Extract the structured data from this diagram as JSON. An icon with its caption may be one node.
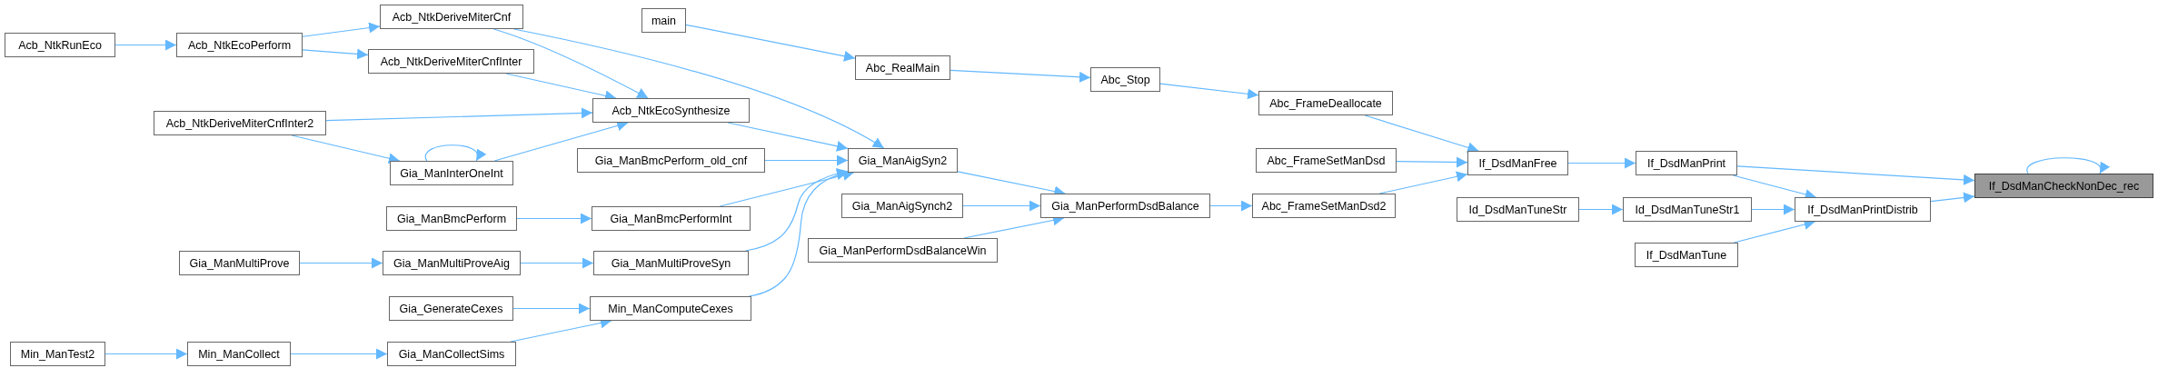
{
  "diagram": {
    "nodes": [
      {
        "text": [
          "Acb_NtkRunEco"
        ]
      },
      {
        "text": [
          "Acb_NtkEcoPerform"
        ]
      },
      {
        "text": [
          "Acb_NtkDeriveMiterCnf"
        ]
      },
      {
        "text": [
          "Acb_NtkDeriveMiterCnfInter"
        ]
      },
      {
        "text": [
          "Acb_NtkDeriveMiterCnfInter2"
        ]
      },
      {
        "text": [
          "Gia_ManInterOneInt"
        ]
      },
      {
        "text": [
          "Acb_NtkEcoSynthesize"
        ]
      },
      {
        "text": [
          "main"
        ]
      },
      {
        "text": [
          "Gia_ManBmcPerform_old_cnf"
        ]
      },
      {
        "text": [
          "Gia_ManBmcPerform"
        ]
      },
      {
        "text": [
          "Gia_ManBmcPerformInt"
        ]
      },
      {
        "text": [
          "Gia_ManMultiProve"
        ]
      },
      {
        "text": [
          "Gia_ManMultiProveAig"
        ]
      },
      {
        "text": [
          "Gia_ManMultiProveSyn"
        ]
      },
      {
        "text": [
          "Gia_GenerateCexes"
        ]
      },
      {
        "text": [
          "Min_ManComputeCexes"
        ]
      },
      {
        "text": [
          "Min_ManTest2"
        ]
      },
      {
        "text": [
          "Min_ManCollect"
        ]
      },
      {
        "text": [
          "Gia_ManCollectSims"
        ]
      },
      {
        "text": [
          "Abc_RealMain"
        ]
      },
      {
        "text": [
          "Gia_ManAigSyn2"
        ]
      },
      {
        "text": [
          "Gia_ManAigSynch2"
        ]
      },
      {
        "text": [
          "Gia_ManPerformDsdBalanceWin"
        ]
      },
      {
        "text": [
          "Abc_Stop"
        ]
      },
      {
        "text": [
          "Gia_ManPerformDsdBalance"
        ]
      },
      {
        "text": [
          "Abc_FrameDeallocate"
        ]
      },
      {
        "text": [
          "Abc_FrameSetManDsd"
        ]
      },
      {
        "text": [
          "Abc_FrameSetManDsd2"
        ]
      },
      {
        "text": [
          "Id_DsdManTuneStr"
        ]
      },
      {
        "text": [
          "If_DsdManFree"
        ]
      },
      {
        "text": [
          "If_DsdManPrint"
        ]
      },
      {
        "text": [
          "Id_DsdManTuneStr1"
        ]
      },
      {
        "text": [
          "If_DsdManTune"
        ]
      },
      {
        "text": [
          "If_DsdManPrintDistrib"
        ]
      },
      {
        "text": [
          "If_DsdManCheckNonDec_rec"
        ]
      }
    ],
    "edges": [
      {
        "from": 0,
        "to": 1,
        "arrow": "to"
      },
      {
        "from": 1,
        "to": 2,
        "arrow": "to"
      },
      {
        "from": 1,
        "to": 3,
        "arrow": "to"
      },
      {
        "from": 2,
        "to": 6,
        "arrow": "to"
      },
      {
        "from": 2,
        "to": 20,
        "arrow": "to"
      },
      {
        "from": 3,
        "to": 6,
        "arrow": "to"
      },
      {
        "from": 4,
        "to": 6,
        "arrow": "to"
      },
      {
        "from": 4,
        "to": 5,
        "arrow": "to"
      },
      {
        "from": 5,
        "to": 5,
        "arrow": "to"
      },
      {
        "from": 5,
        "to": 6,
        "arrow": "to"
      },
      {
        "from": 6,
        "to": 20,
        "arrow": "to"
      },
      {
        "from": 8,
        "to": 20,
        "arrow": "to"
      },
      {
        "from": 9,
        "to": 10,
        "arrow": "to"
      },
      {
        "from": 10,
        "to": 20,
        "arrow": "to"
      },
      {
        "from": 11,
        "to": 12,
        "arrow": "to"
      },
      {
        "from": 12,
        "to": 13,
        "arrow": "to"
      },
      {
        "from": 13,
        "to": 20,
        "arrow": "to"
      },
      {
        "from": 14,
        "to": 15,
        "arrow": "to"
      },
      {
        "from": 15,
        "to": 20,
        "arrow": "to"
      },
      {
        "from": 16,
        "to": 17,
        "arrow": "to"
      },
      {
        "from": 17,
        "to": 18,
        "arrow": "to"
      },
      {
        "from": 18,
        "to": 15,
        "arrow": "to"
      },
      {
        "from": 7,
        "to": 19,
        "arrow": "to"
      },
      {
        "from": 19,
        "to": 23,
        "arrow": "to"
      },
      {
        "from": 23,
        "to": 25,
        "arrow": "to"
      },
      {
        "from": 25,
        "to": 29,
        "arrow": "to"
      },
      {
        "from": 20,
        "to": 24,
        "arrow": "to"
      },
      {
        "from": 21,
        "to": 24,
        "arrow": "to"
      },
      {
        "from": 22,
        "to": 24,
        "arrow": "to"
      },
      {
        "from": 24,
        "to": 27,
        "arrow": "to"
      },
      {
        "from": 26,
        "to": 29,
        "arrow": "to"
      },
      {
        "from": 27,
        "to": 29,
        "arrow": "to"
      },
      {
        "from": 29,
        "to": 30,
        "arrow": "to"
      },
      {
        "from": 30,
        "to": 34,
        "arrow": "to"
      },
      {
        "from": 30,
        "to": 33,
        "arrow": "to"
      },
      {
        "from": 28,
        "to": 31,
        "arrow": "to"
      },
      {
        "from": 31,
        "to": 33,
        "arrow": "to"
      },
      {
        "from": 32,
        "to": 33,
        "arrow": "to"
      },
      {
        "from": 33,
        "to": 34,
        "arrow": "to"
      },
      {
        "from": 34,
        "to": 34,
        "arrow": "to"
      }
    ]
  }
}
